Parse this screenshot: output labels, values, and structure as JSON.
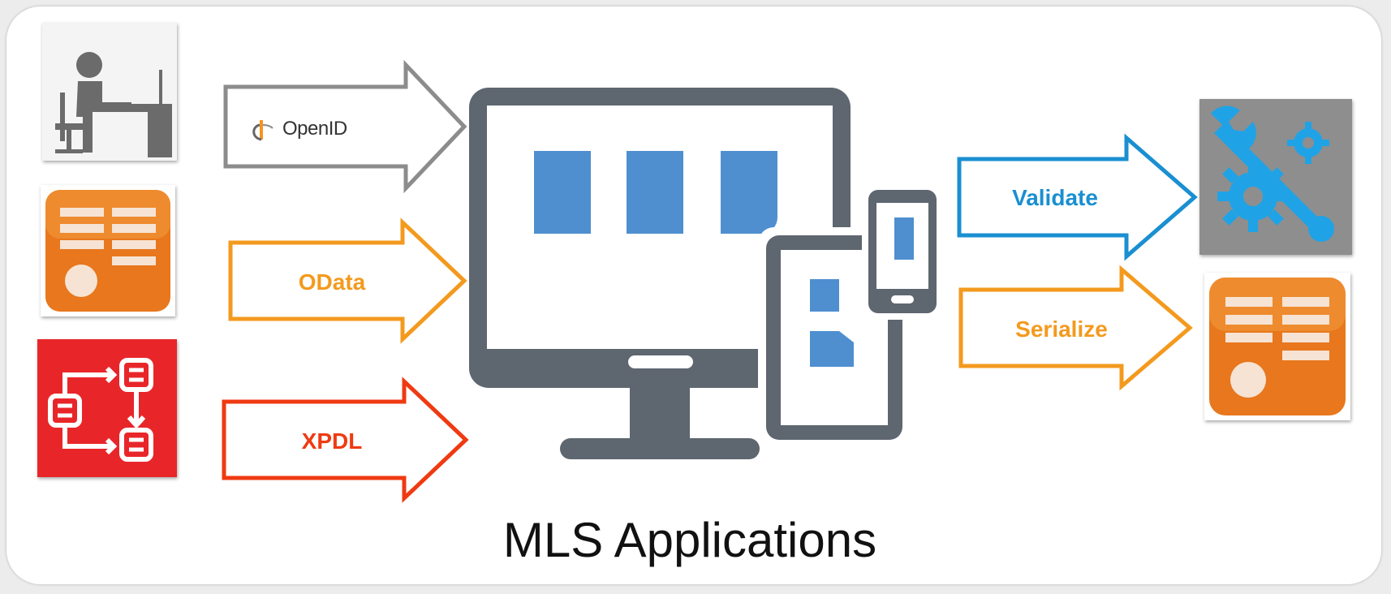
{
  "caption": "MLS Applications",
  "arrows": {
    "openid": {
      "label": "OpenID",
      "color": "#8c8c8c"
    },
    "odata": {
      "label": "OData",
      "color": "#f39a1e"
    },
    "xpdl": {
      "label": "XPDL",
      "color": "#ef3a12"
    },
    "validate": {
      "label": "Validate",
      "color": "#1a8fd1"
    },
    "serialize": {
      "label": "Serialize",
      "color": "#f39a1e"
    }
  },
  "icons": {
    "user": "user-at-desk-icon",
    "odata_source": "office-table-icon",
    "xpdl_source": "workflow-diagram-icon",
    "validator": "wrench-gear-icon",
    "serialize_target": "office-table-icon",
    "applications": "multi-device-icon"
  },
  "colors": {
    "device": "#5e6670",
    "screen_tiles": "#4f8fd0",
    "office_orange": "#e8771d",
    "workflow_red": "#e8262a",
    "validator_bg": "#8e8e8e",
    "validator_blue": "#1fa3e6"
  }
}
